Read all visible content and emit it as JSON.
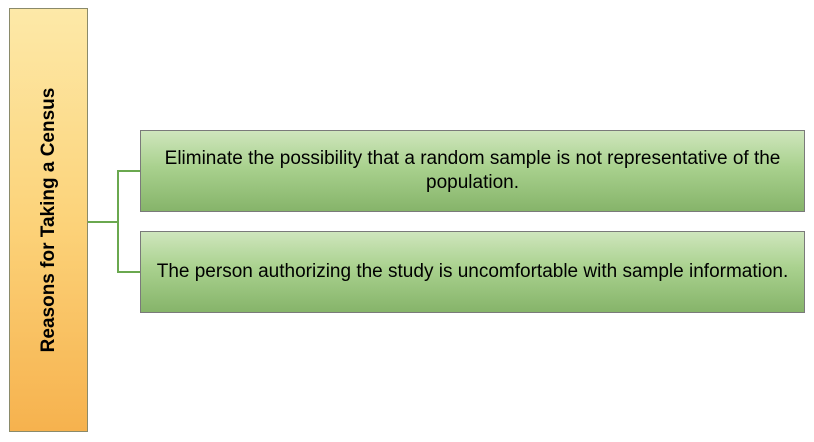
{
  "diagram": {
    "root": {
      "label": "Reasons for Taking a Census"
    },
    "children": [
      {
        "text": "Eliminate the possibility that a random sample is not representative of the population."
      },
      {
        "text": "The person authorizing the study is uncomfortable with sample information."
      }
    ],
    "colors": {
      "root_fill_top": "#fde9a8",
      "root_fill_bottom": "#f6b24e",
      "child_fill": "#a9d18e",
      "connector": "#6aa84f"
    }
  }
}
